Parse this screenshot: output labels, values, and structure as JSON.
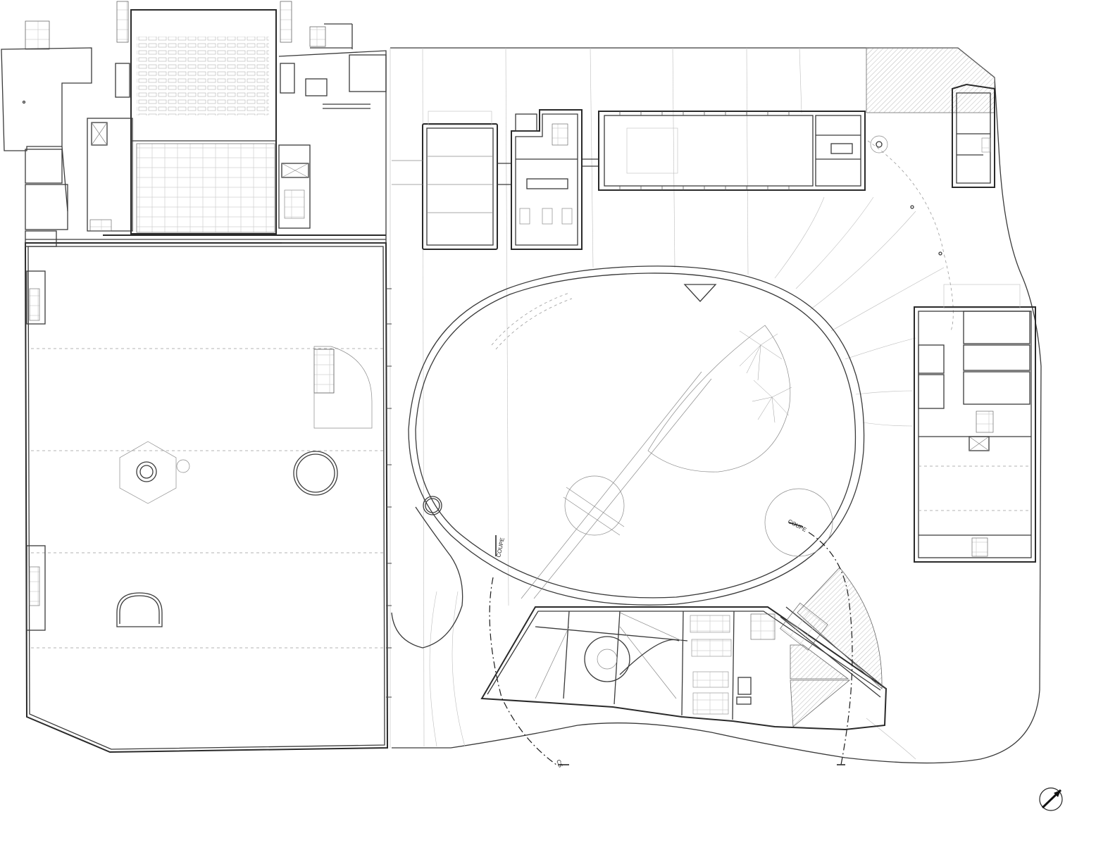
{
  "drawing": {
    "section_label_left": "COUPE",
    "section_label_right": "COUPE",
    "section_tag_bottom": "CS"
  },
  "icons": {
    "north_arrow": "north-arrow-icon"
  }
}
